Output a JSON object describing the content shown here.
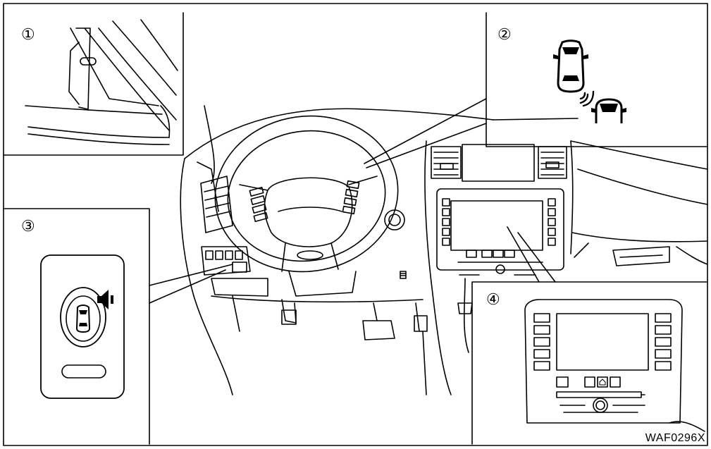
{
  "callouts": [
    {
      "id": 1,
      "label": "①"
    },
    {
      "id": 2,
      "label": "②"
    },
    {
      "id": 3,
      "label": "③"
    },
    {
      "id": 4,
      "label": "④"
    }
  ],
  "figure_code": "WAF0296X",
  "colors": {
    "stroke": "#000000",
    "background": "#ffffff"
  },
  "icons": {
    "callout2": [
      "car-top-view-icon",
      "signal-waves-icon"
    ],
    "callout3": [
      "warning-switch-icon",
      "speaker-icon"
    ],
    "callout4": [
      "home-button-icon"
    ]
  }
}
